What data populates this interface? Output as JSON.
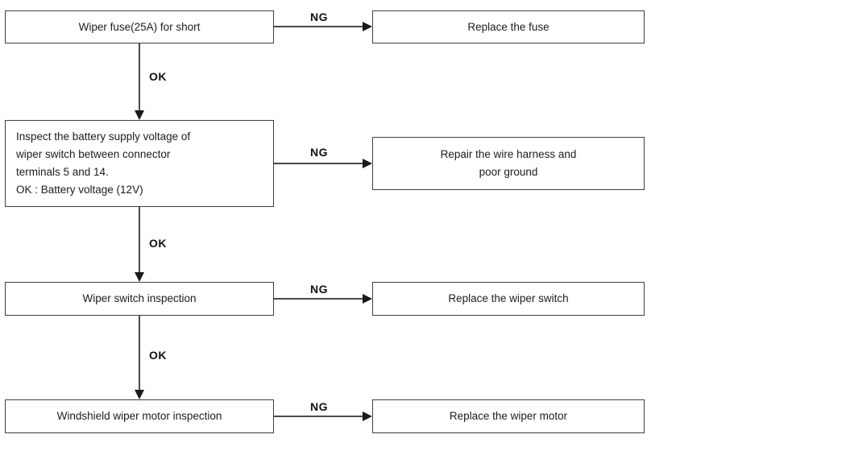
{
  "flow": {
    "rows": [
      {
        "step": "Wiper fuse(25A) for short",
        "ng": "NG",
        "action": "Replace the fuse",
        "ok": "OK"
      },
      {
        "step": "Inspect the battery supply voltage of\nwiper switch between connector\nterminals 5 and 14.\nOK : Battery voltage (12V)",
        "ng": "NG",
        "action": "Repair the wire harness and\npoor ground",
        "ok": "OK"
      },
      {
        "step": "Wiper switch inspection",
        "ng": "NG",
        "action": "Replace the wiper switch",
        "ok": "OK"
      },
      {
        "step": "Windshield wiper motor inspection",
        "ng": "NG",
        "action": "Replace the wiper motor"
      }
    ],
    "colors": {
      "box_border": "#3f3f3f",
      "connector_line": "#4a4a4a",
      "text": "#1c1c1c",
      "background": "#ffffff"
    }
  }
}
